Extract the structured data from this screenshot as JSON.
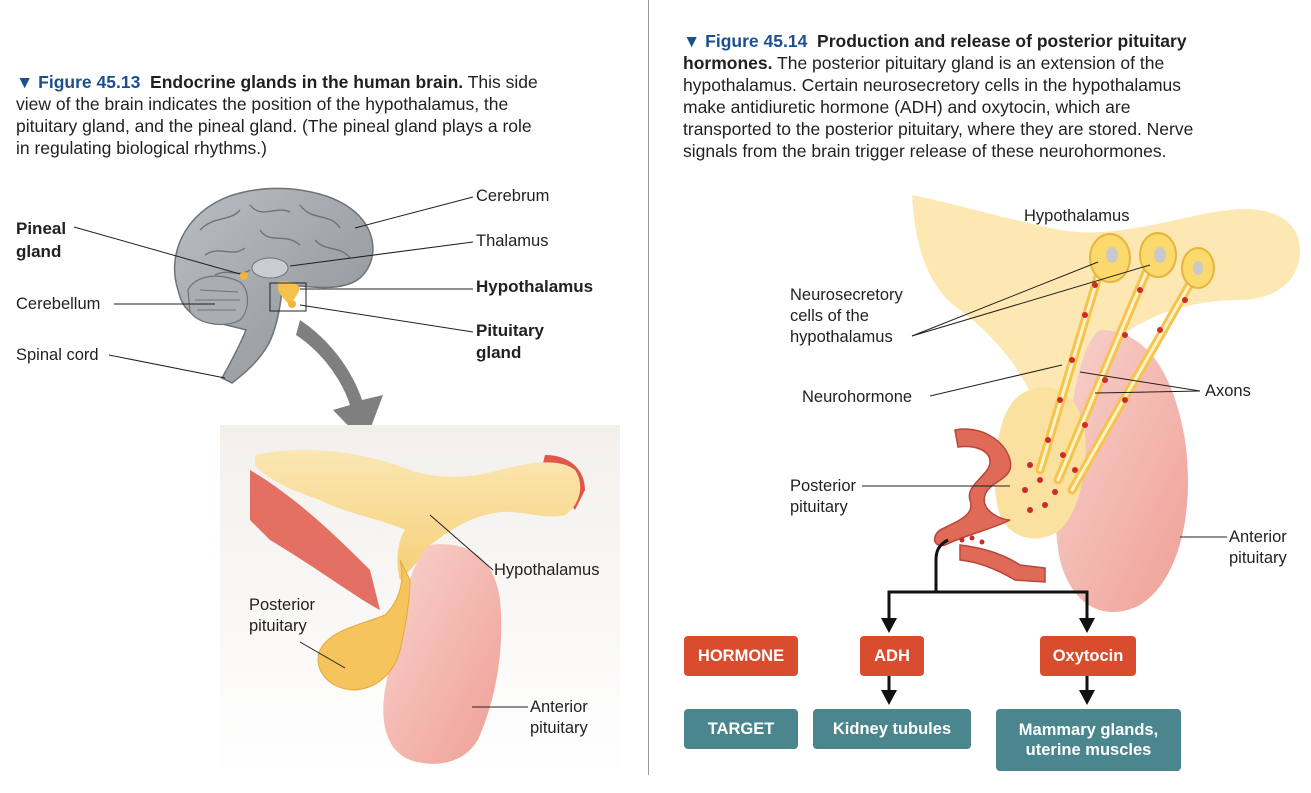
{
  "left": {
    "figure_number": "▼ Figure 45.13",
    "figure_title": "Endocrine glands in the human brain.",
    "caption_line1": "This side",
    "caption_lines": [
      "view of the brain indicates the position of the hypothalamus, the",
      "pituitary gland, and the pineal gland. (The pineal gland plays a role",
      "in regulating biological rhythms.)"
    ],
    "labels": {
      "cerebrum": "Cerebrum",
      "thalamus": "Thalamus",
      "hypothalamus": "Hypothalamus",
      "pituitary_1": "Pituitary",
      "pituitary_2": "gland",
      "pineal_1": "Pineal",
      "pineal_2": "gland",
      "cerebellum": "Cerebellum",
      "spinal_cord": "Spinal cord",
      "hypothalamus_zoom": "Hypothalamus",
      "posterior_1": "Posterior",
      "posterior_2": "pituitary",
      "anterior_1": "Anterior",
      "anterior_2": "pituitary"
    }
  },
  "right": {
    "figure_number": "▼ Figure 45.14",
    "figure_title_1": "Production and release of posterior pituitary",
    "figure_title_2": "hormones.",
    "caption_line1": "The posterior pituitary gland is an extension of the",
    "caption_lines": [
      "hypothalamus. Certain neurosecretory cells in the hypothalamus",
      "make antidiuretic hormone (ADH) and oxytocin, which are",
      "transported to the posterior pituitary, where they are stored. Nerve",
      "signals from the brain trigger release of these neurohormones."
    ],
    "labels": {
      "hypothalamus": "Hypothalamus",
      "neurosecretory_1": "Neurosecretory",
      "neurosecretory_2": "cells of the",
      "neurosecretory_3": "hypothalamus",
      "neurohormone": "Neurohormone",
      "axons": "Axons",
      "posterior_1": "Posterior",
      "posterior_2": "pituitary",
      "anterior_1": "Anterior",
      "anterior_2": "pituitary"
    },
    "flow": {
      "hormone_label": "HORMONE",
      "target_label": "TARGET",
      "hormone_1": "ADH",
      "hormone_2": "Oxytocin",
      "target_1": "Kidney tubules",
      "target_2_line1": "Mammary glands,",
      "target_2_line2": "uterine muscles"
    },
    "colors": {
      "hormone_box": "#d94c2e",
      "target_box": "#4b868f",
      "figure_number": "#1b4f91"
    }
  }
}
